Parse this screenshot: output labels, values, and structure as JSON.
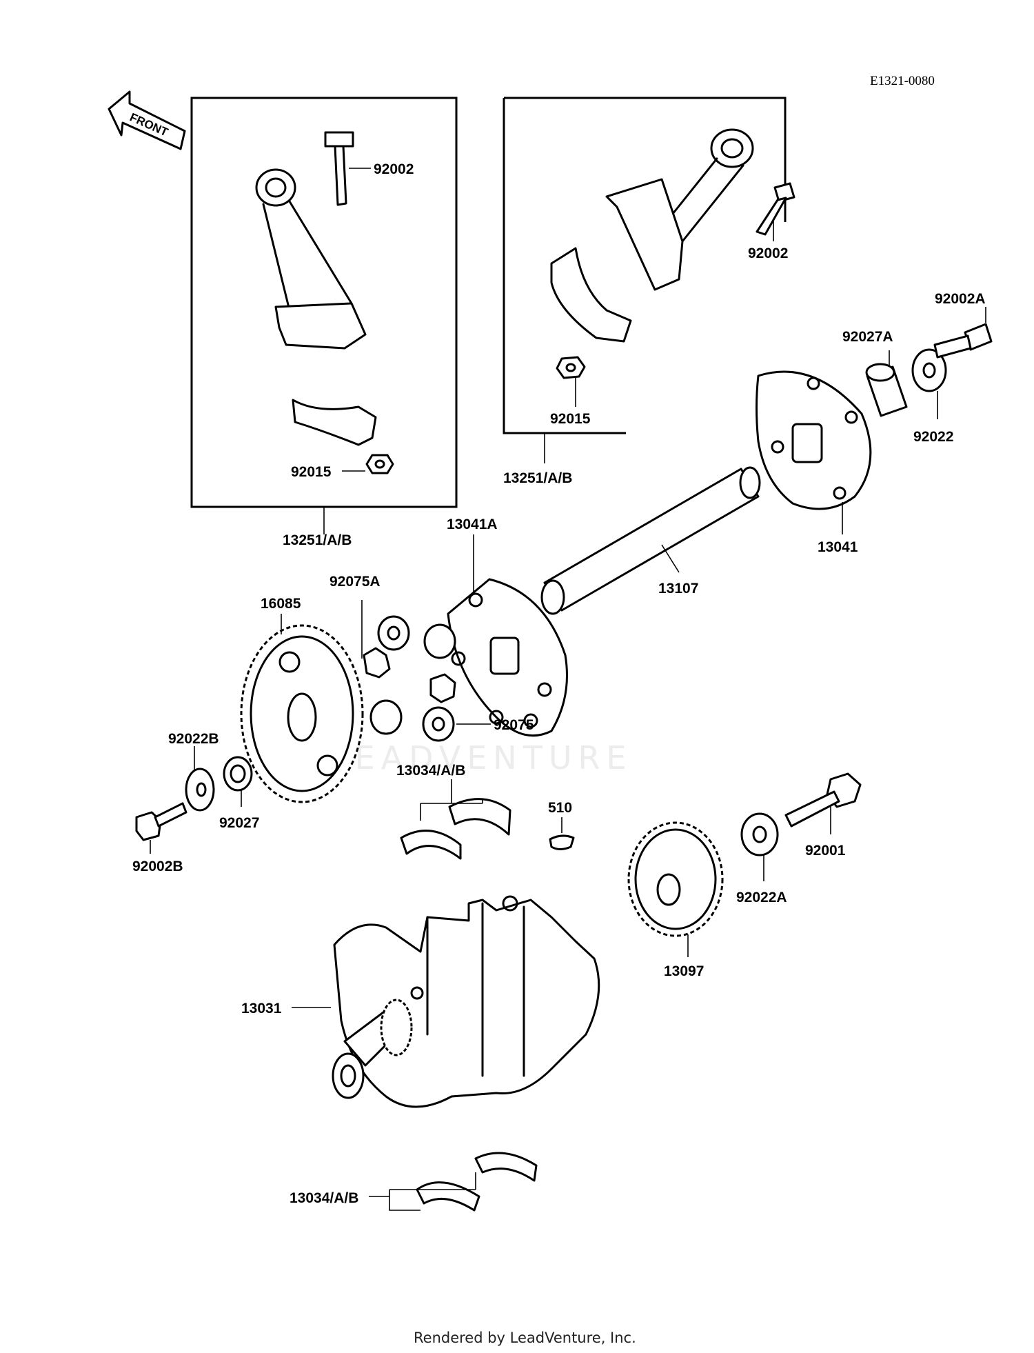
{
  "diagram_code": "E1321-0080",
  "direction_arrow": "FRONT",
  "watermark": "LEADVENTURE",
  "footer": "Rendered by LeadVenture, Inc.",
  "labels": {
    "l92002_left": "92002",
    "l92015_left": "92015",
    "l13251_left": "13251/A/B",
    "l92002_right": "92002",
    "l92015_right": "92015",
    "l13251_right": "13251/A/B",
    "l92002A": "92002A",
    "l92027A": "92027A",
    "l92022": "92022",
    "l13041A": "13041A",
    "l13041": "13041",
    "l13107": "13107",
    "l92075A": "92075A",
    "l92075": "92075",
    "l16085": "16085",
    "l92022B": "92022B",
    "l92027": "92027",
    "l92002B": "92002B",
    "l13034_top": "13034/A/B",
    "l510": "510",
    "l92001": "92001",
    "l92022A": "92022A",
    "l13097": "13097",
    "l13031": "13031",
    "l13034_bottom": "13034/A/B"
  }
}
